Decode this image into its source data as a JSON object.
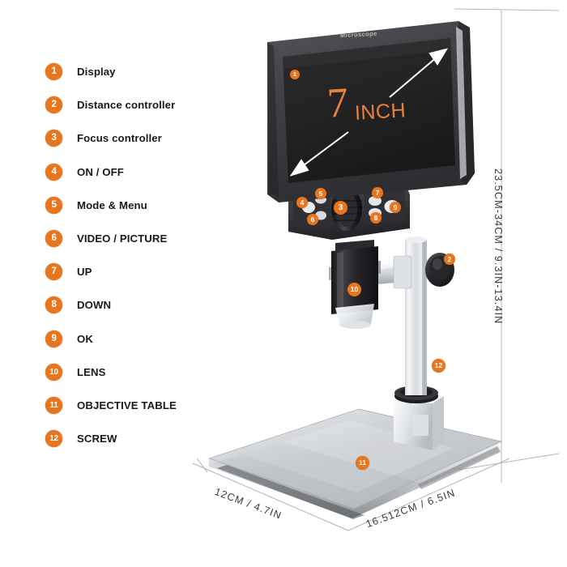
{
  "legend": {
    "items": [
      {
        "num": "1",
        "label": "Display"
      },
      {
        "num": "2",
        "label": "Distance controller"
      },
      {
        "num": "3",
        "label": "Focus controller"
      },
      {
        "num": "4",
        "label": "ON / OFF"
      },
      {
        "num": "5",
        "label": "Mode & Menu"
      },
      {
        "num": "6",
        "label": "VIDEO / PICTURE"
      },
      {
        "num": "7",
        "label": "UP"
      },
      {
        "num": "8",
        "label": "DOWN"
      },
      {
        "num": "9",
        "label": "OK"
      },
      {
        "num": "10",
        "label": "LENS"
      },
      {
        "num": "11",
        "label": "OBJECTIVE TABLE"
      },
      {
        "num": "12",
        "label": "SCREW"
      }
    ]
  },
  "product": {
    "brand_text": "Microscope",
    "screen_size_number": "7",
    "screen_size_unit": "INCH",
    "callouts": {
      "display": "1",
      "distance_controller": "2",
      "focus_controller": "3",
      "on_off": "4",
      "mode_menu": "5",
      "video_picture": "6",
      "up": "7",
      "down": "8",
      "ok": "9",
      "lens": "10",
      "objective_table": "11",
      "screw": "12"
    }
  },
  "dimensions": {
    "height": "23.5CM-34CM / 9.3IN-13.4IN",
    "depth": "12CM / 4.7IN",
    "width": "16.512CM / 6.5IN"
  },
  "colors": {
    "accent": "#e8761e",
    "screen_text": "#e8813a",
    "body_dark": "#3a3a3c",
    "metal_light": "#d8dade",
    "background": "#ffffff"
  }
}
